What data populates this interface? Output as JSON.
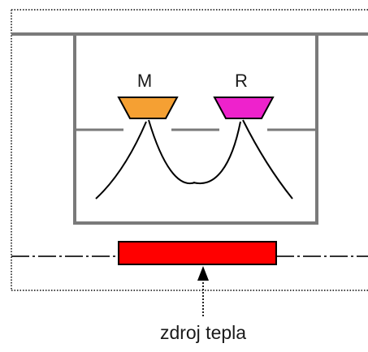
{
  "labels": {
    "left_device": "M",
    "right_device": "R",
    "heat_source": "zdroj tepla"
  },
  "colors": {
    "left_device": "#f5a033",
    "right_device": "#ee22cc",
    "heater": "#ff0000",
    "lines": "#7a7a7a",
    "curves": "#000000",
    "background": "#ffffff"
  }
}
